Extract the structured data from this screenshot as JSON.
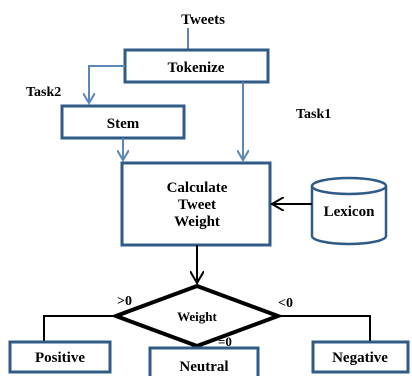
{
  "nodes": {
    "tweets": "Tweets",
    "tokenize": "Tokenize",
    "stem": "Stem",
    "calculate_line1": "Calculate",
    "calculate_line2": "Tweet",
    "calculate_line3": "Weight",
    "lexicon": "Lexicon",
    "weight": "Weight",
    "positive": "Positive",
    "neutral": "Neutral",
    "negative": "Negative"
  },
  "edge_labels": {
    "task1": "Task1",
    "task2": "Task2",
    "gt0": ">0",
    "lt0": "<0",
    "eq0": "=0"
  },
  "colors": {
    "box_border": "#2f5b86",
    "blue_arrow": "#5b87b8",
    "black_arrow": "#000000"
  }
}
